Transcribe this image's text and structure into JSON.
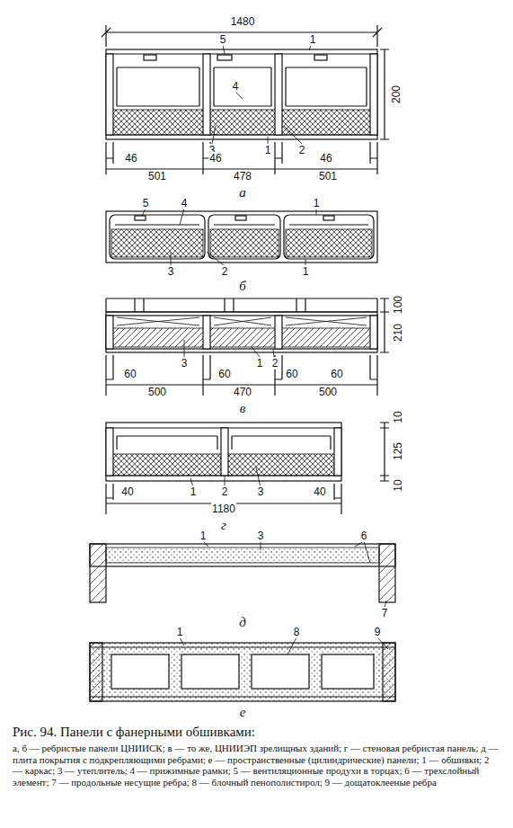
{
  "diagram": {
    "caption": "Рис. 94. Панели с фанерными обшивками:",
    "labels": [
      "1480",
      "5",
      "1",
      "4",
      "200",
      "3",
      "1",
      "2",
      "46",
      "46",
      "46",
      "501",
      "478",
      "501",
      "а",
      "5",
      "1",
      "4",
      "3",
      "2",
      "1",
      "б",
      "100",
      "210",
      "3",
      "1",
      "2",
      "60",
      "60",
      "60",
      "60",
      "500",
      "470",
      "500",
      "в",
      "10",
      "125",
      "10",
      "40",
      "1",
      "2",
      "3",
      "40",
      "1180",
      "г",
      "1",
      "3",
      "6",
      "7",
      "д",
      "1",
      "8",
      "9",
      "е",
      "а, б — ребристые панели ЦНИИСК; в — то же, ЦНИИЭП зрелищных зданий; г — стеновая ребристая панель; д — плита покрытия с подкрепляющими ребрами; е — пространственные (цилиндрические) панели; 1 — обшивки; 2 — каркас; 3 — утеплитель; 4 — прижимные рамки; 5 — вентиляционные продухи в торцах; 6 — трехслойный элемент; 7 — продольные несущие ребра; 8 — блочный пенополистирол; 9 — дощатоклееные ребра"
    ]
  }
}
